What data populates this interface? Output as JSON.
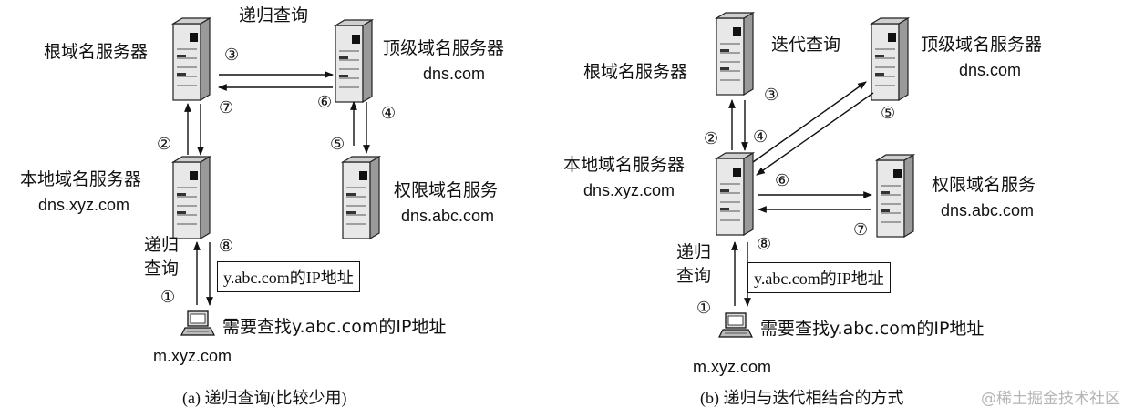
{
  "left": {
    "query_title": "递归查询",
    "root_label": "根域名服务器",
    "tld_label": "顶级域名服务器",
    "tld_domain": "dns.com",
    "local_label": "本地域名服务器",
    "local_domain": "dns.xyz.com",
    "auth_label": "权限域名服务",
    "auth_domain": "dns.abc.com",
    "client_query_line1": "递归",
    "client_query_line2": "查询",
    "answer_box": "y.abc.com的IP地址",
    "need_text": "需要查找y.abc.com的IP地址",
    "host": "m.xyz.com",
    "caption": "(a) 递归查询(比较少用)",
    "steps": [
      "①",
      "②",
      "③",
      "④",
      "⑤",
      "⑥",
      "⑦",
      "⑧"
    ]
  },
  "right": {
    "query_title": "迭代查询",
    "root_label": "根域名服务器",
    "tld_label": "顶级域名服务器",
    "tld_domain": "dns.com",
    "local_label": "本地域名服务器",
    "local_domain": "dns.xyz.com",
    "auth_label": "权限域名服务",
    "auth_domain": "dns.abc.com",
    "client_query_line1": "递归",
    "client_query_line2": "查询",
    "answer_box": "y.abc.com的IP地址",
    "need_text": "需要查找y.abc.com的IP地址",
    "host": "m.xyz.com",
    "caption": "(b) 递归与迭代相结合的方式",
    "steps": [
      "①",
      "②",
      "③",
      "④",
      "⑤",
      "⑥",
      "⑦",
      "⑧"
    ]
  },
  "watermark": "@稀土掘金技术社区",
  "icons": [
    "server-icon",
    "computer-icon"
  ]
}
